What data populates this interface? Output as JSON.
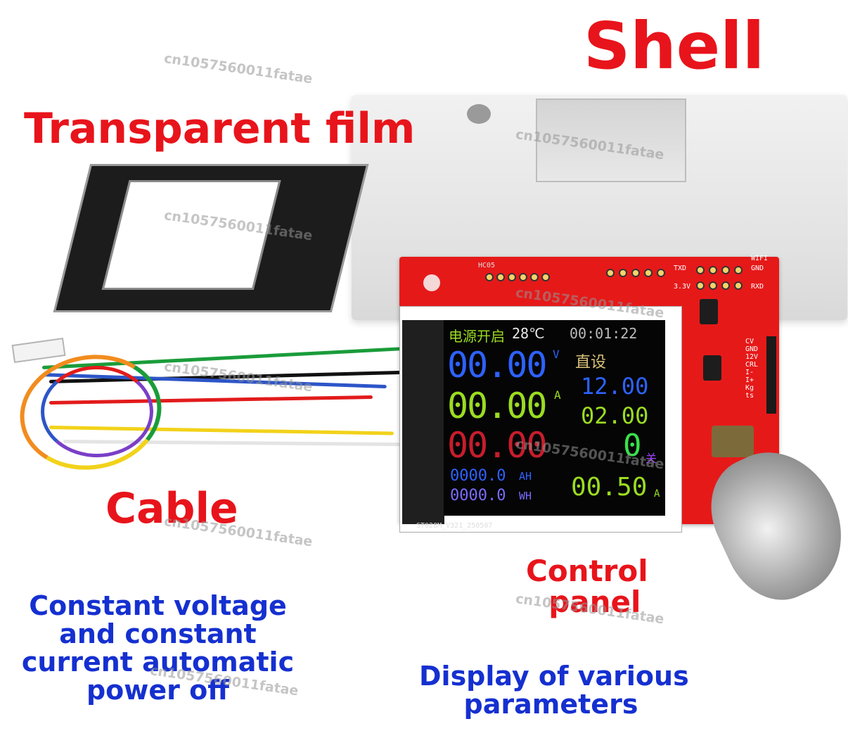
{
  "labels": {
    "shell": "Shell",
    "transparent_film": "Transparent film",
    "cable": "Cable",
    "control_panel_line1": "Control",
    "control_panel_line2": "panel",
    "feature1_line1": "Constant voltage",
    "feature1_line2": "and constant",
    "feature1_line3": "current automatic",
    "feature1_line4": "power off",
    "feature2_line1": "Display of various",
    "feature2_line2": "parameters"
  },
  "watermark": "cn1057560011fatae",
  "screen": {
    "status": "电源开启",
    "temperature": "28℃",
    "time": "00:01:22",
    "voltage": "00.00",
    "voltage_unit": "V",
    "current": "00.00",
    "current_unit": "A",
    "power": "00.00",
    "mode": "直设",
    "set_voltage": "12.00",
    "set_current": "02.00",
    "output_state_num": "0",
    "output_state_text": "关",
    "amp_hours": "0000.0",
    "amp_hours_unit": "AH",
    "watt_hours": "0000.0",
    "watt_hours_unit": "WH",
    "protect_current": "00.50",
    "protect_current_unit": "A"
  },
  "board_silkscreen": {
    "module": "HC05",
    "txd": "TXD",
    "rxd": "RXD",
    "gnd": "GND",
    "wifi": "WIFI",
    "v33": "3.3V",
    "side": [
      "CV",
      "GND",
      "12V",
      "CRL",
      "I-",
      "I+",
      "Kg",
      "ts"
    ],
    "bottom": "ST028M_V321_250507"
  },
  "colors": {
    "label_red": "#e8141b",
    "label_blue": "#1530d0",
    "board_red": "#e61919",
    "seg_blue": "#2d62ff",
    "seg_green": "#9bdc21",
    "seg_red": "#c71d2c"
  }
}
